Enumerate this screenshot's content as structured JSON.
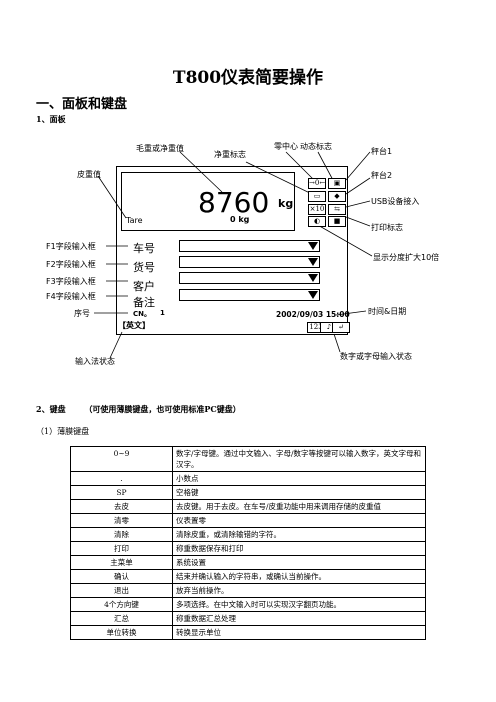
{
  "title": "T800仪表简要操作",
  "section1": "一、面板和键盘",
  "subsection1": "1、面板",
  "panel": {
    "callouts": {
      "tare_value": "皮重值",
      "gross_net_value": "毛重或净重值",
      "net_flag": "净重标志",
      "zero_center": "零中心",
      "dynamic_flag": "动态标志",
      "scale1": "秤台1",
      "scale2": "秤台2",
      "usb": "USB设备接入",
      "print_flag": "打印标志",
      "resolution_x10": "显示分度扩大10倍",
      "f1": "F1字段输入框",
      "f2": "F2字段输入框",
      "f3": "F3字段输入框",
      "f4": "F4字段输入框",
      "serial": "序号",
      "datetime_label": "时间&日期",
      "input_method_state": "输入法状态",
      "digit_alpha_state": "数字或字母输入状态"
    },
    "display": {
      "weight": "8760",
      "unit": "kg",
      "tare_label": "Tare",
      "tare_value": "0 kg",
      "serial_label": "CN。",
      "serial_value": "1",
      "datetime": "2002/09/03 15:00",
      "ime": "【英文】",
      "field_names": [
        "车号",
        "货号",
        "客户",
        "备注"
      ]
    }
  },
  "section2": "2、键盘",
  "section2_note": "（可使用薄膜键盘，也可使用标准PC键盘）",
  "sub2_1": "（1）薄膜键盘",
  "keys": [
    {
      "key": "0~9",
      "desc": "数字/字母键。通过中文输入、字母/数字等按键可以输入数字，英文字母和汉字。"
    },
    {
      "key": ".",
      "desc": "小数点"
    },
    {
      "key": "SP",
      "desc": "空格键"
    },
    {
      "key": "去皮",
      "desc": "去皮键。用于去皮。在车号/皮重功能中用来调用存储的皮重值"
    },
    {
      "key": "清零",
      "desc": "仪表置零"
    },
    {
      "key": "清除",
      "desc": "清除皮重，或清除输错的字符。"
    },
    {
      "key": "打印",
      "desc": "称重数据保存和打印"
    },
    {
      "key": "主菜单",
      "desc": "系统设置"
    },
    {
      "key": "确认",
      "desc": "结束并确认输入的字符串，或确认当前操作。"
    },
    {
      "key": "退出",
      "desc": "放弃当前操作。"
    },
    {
      "key": "4个方向键",
      "desc": "多项选择。在中文输入时可以实现汉字翻页功能。"
    },
    {
      "key": "汇总",
      "desc": "称重数据汇总处理"
    },
    {
      "key": "单位转换",
      "desc": "转换显示单位"
    }
  ]
}
